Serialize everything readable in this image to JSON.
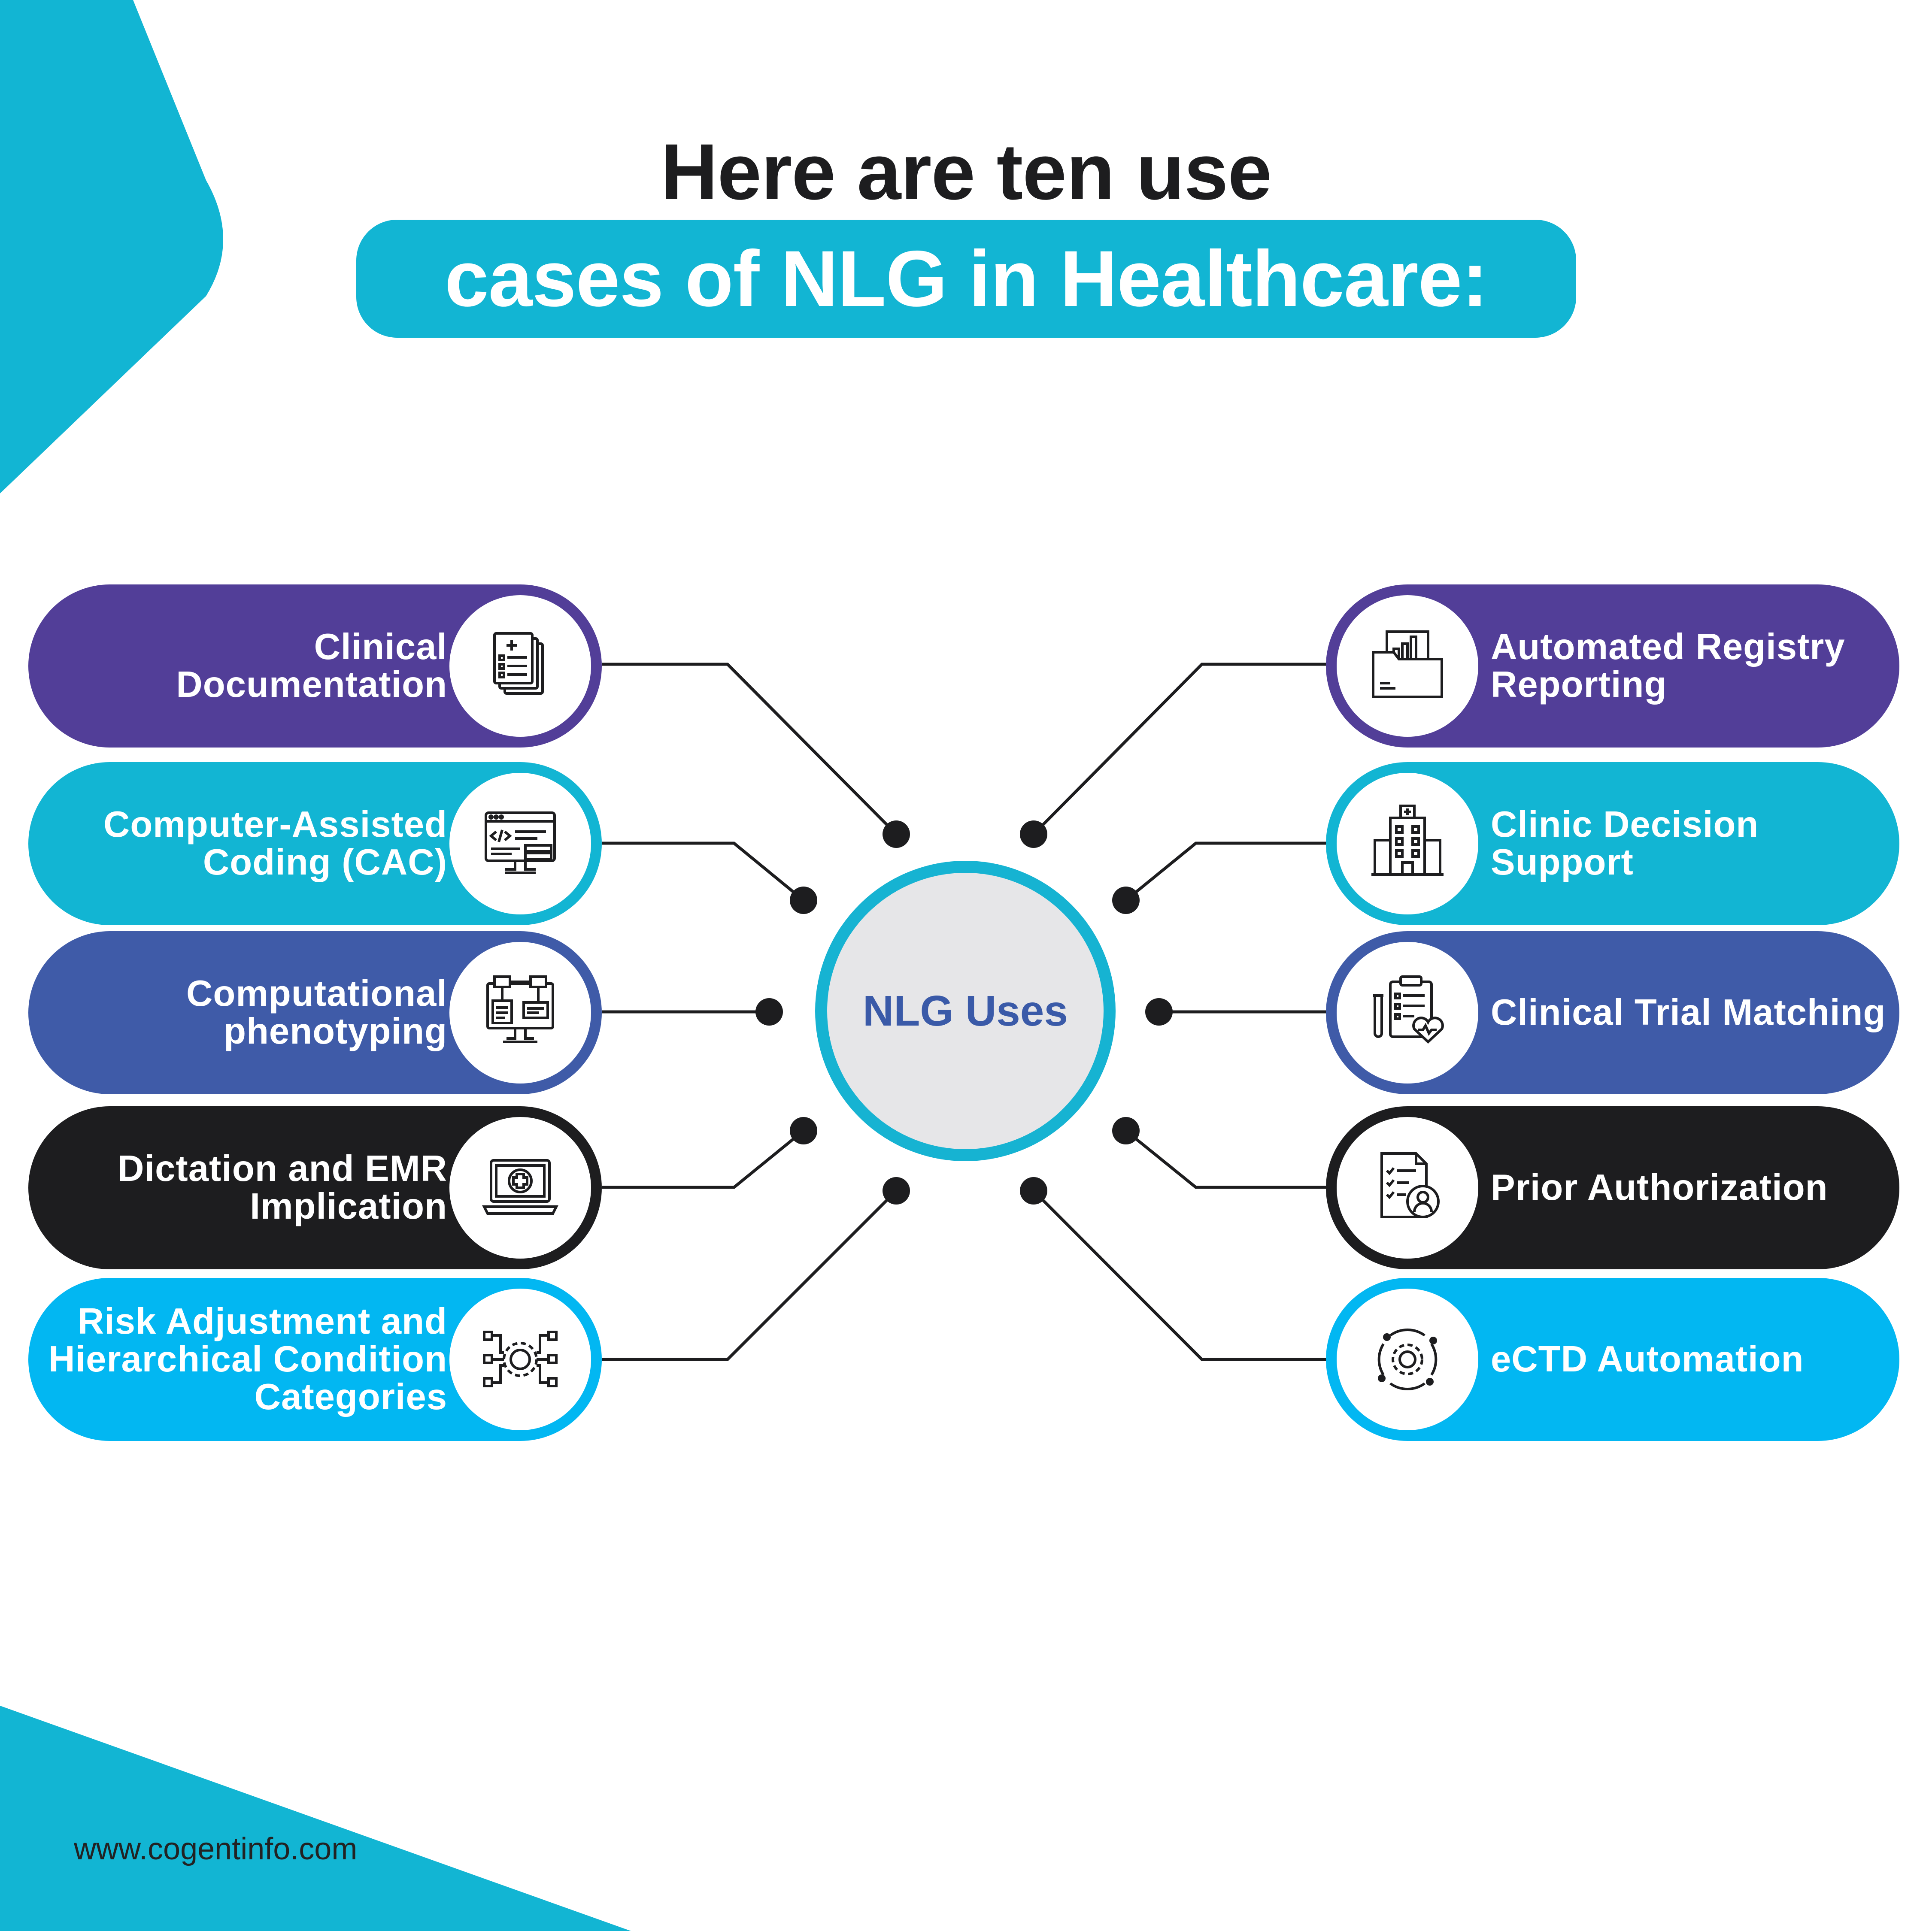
{
  "colors": {
    "accent_cyan": "#12b5d3",
    "purple": "#523e98",
    "cyan": "#12b5d3",
    "indigo": "#3f5ba8",
    "black": "#1d1d1f",
    "sky": "#02b7f2",
    "center_text": "#3a5aa8"
  },
  "header": {
    "line1": "Here are ten use",
    "line2": "cases of NLG in Healthcare:"
  },
  "center": {
    "label": "NLG Uses"
  },
  "left_items": [
    {
      "label": "Clinical Documentation",
      "color": "purple",
      "icon": "medical-document-icon"
    },
    {
      "label": "Computer-Assisted Coding (CAC)",
      "color": "cyan",
      "icon": "code-monitor-icon"
    },
    {
      "label": "Computational phenotyping",
      "color": "indigo",
      "icon": "computer-network-icon"
    },
    {
      "label": "Dictation and EMR Implication",
      "color": "black",
      "icon": "medical-laptop-icon"
    },
    {
      "label": "Risk Adjustment and Hierarchical Condition Categories",
      "color": "sky",
      "icon": "gear-hierarchy-icon"
    }
  ],
  "right_items": [
    {
      "label": "Automated Registry Reporting",
      "color": "purple",
      "icon": "report-folder-icon"
    },
    {
      "label": "Clinic Decision Support",
      "color": "cyan",
      "icon": "hospital-building-icon"
    },
    {
      "label": "Clinical Trial Matching",
      "color": "indigo",
      "icon": "clipboard-heart-icon"
    },
    {
      "label": "Prior Authorization",
      "color": "black",
      "icon": "checklist-person-icon"
    },
    {
      "label": "eCTD Automation",
      "color": "sky",
      "icon": "gear-cycle-icon"
    }
  ],
  "footer": {
    "url": "www.cogentinfo.com"
  }
}
